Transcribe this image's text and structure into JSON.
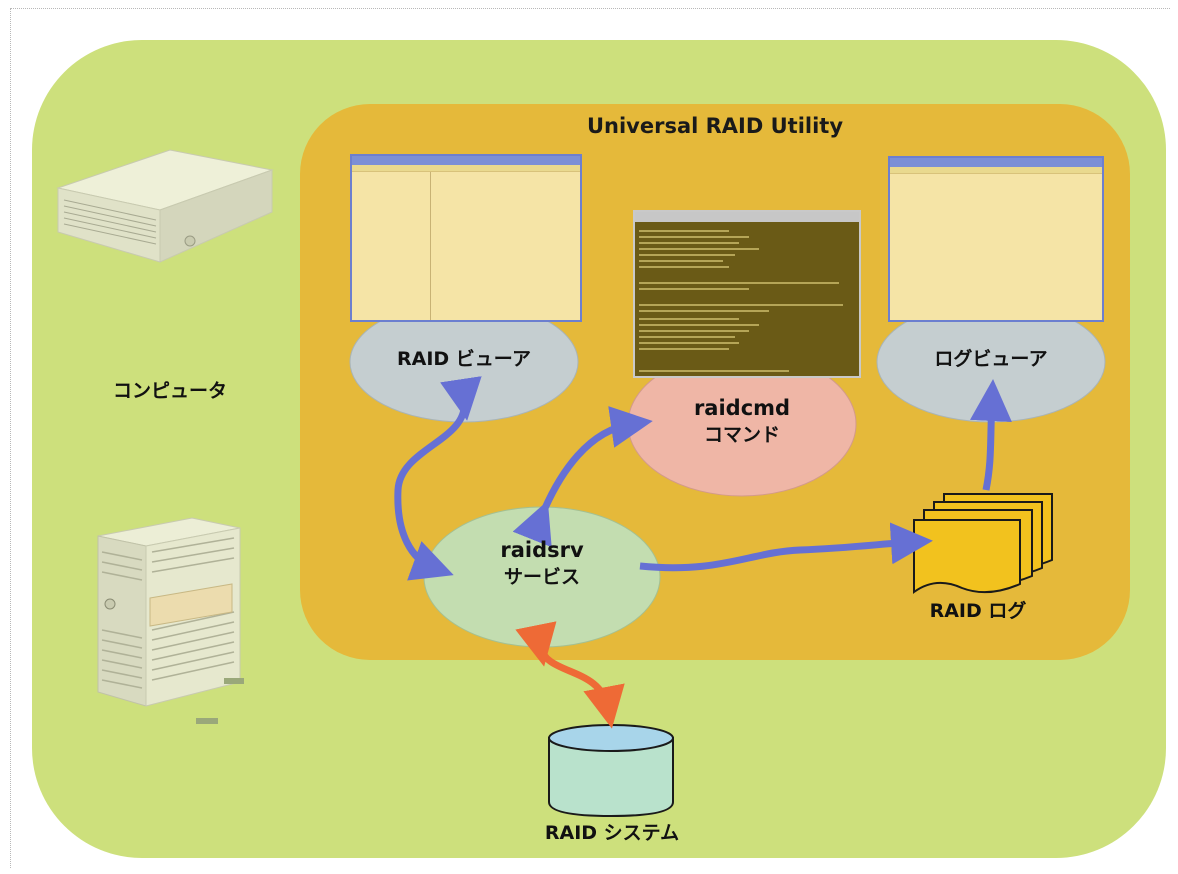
{
  "diagram": {
    "title": "Universal RAID Utility",
    "computer_label": "コンピュータ",
    "raid_viewer": {
      "line1": "RAID ビューア"
    },
    "log_viewer": {
      "line1": "ログビューア"
    },
    "raidcmd": {
      "line1": "raidcmd",
      "line2": "コマンド"
    },
    "raidsrv": {
      "line1": "raidsrv",
      "line2": "サービス"
    },
    "raid_log": "RAID ログ",
    "raid_system": "RAID システム"
  },
  "colors": {
    "outer_bg": "#cde07c",
    "inner_bg": "#e5b93a",
    "ellipse_gray": "#c5ced0",
    "ellipse_green": "#c3ddb0",
    "ellipse_pink": "#efb6a6",
    "arrow_blue": "#6670d4",
    "arrow_orange": "#ee6a36",
    "log_yellow": "#f2c21e",
    "db_fill": "#b9e2cc",
    "db_top": "#a8d5ea"
  }
}
